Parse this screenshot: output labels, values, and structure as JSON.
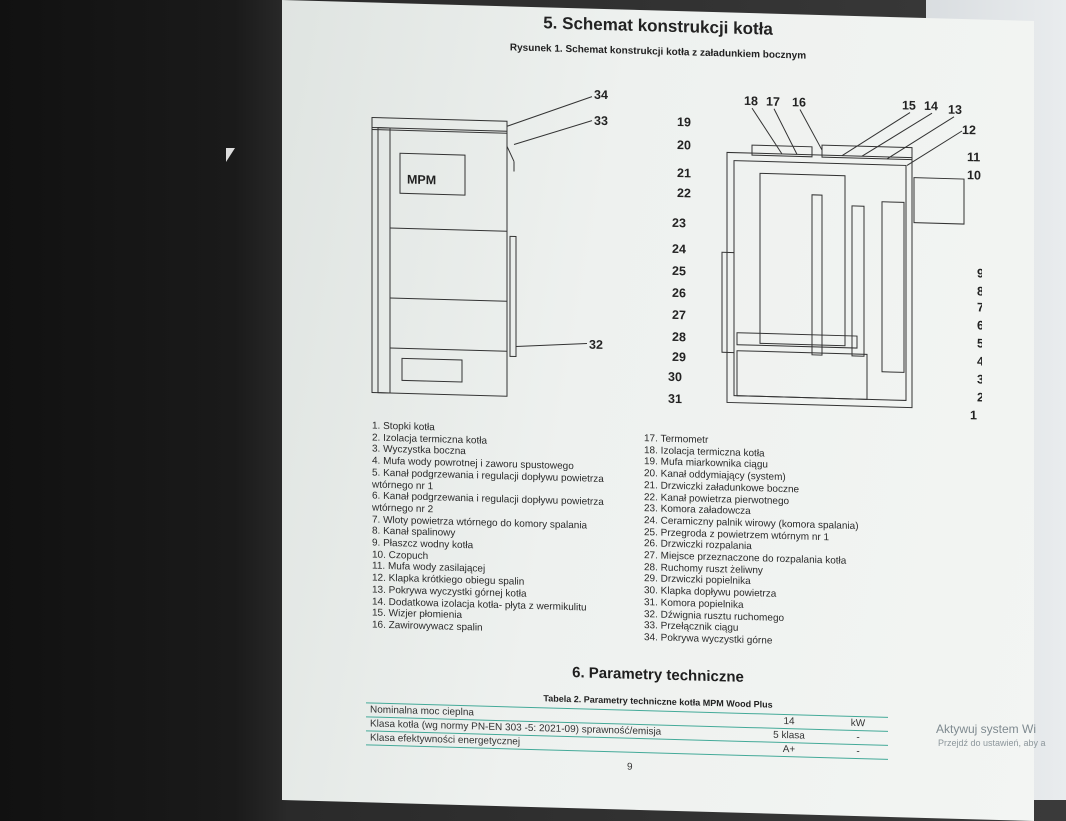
{
  "heading": "5. Schemat konstrukcji kotła",
  "figure_caption": "Rysunek 1. Schemat konstrukcji kotła z załadunkiem bocznym",
  "logo_text": "MPM",
  "callouts_left": [
    "34",
    "33",
    "32"
  ],
  "callouts_right_top": [
    "18",
    "17",
    "16",
    "15",
    "14",
    "13",
    "12"
  ],
  "callouts_right_side": [
    "11",
    "10",
    "9",
    "8",
    "7",
    "6",
    "5",
    "4",
    "3",
    "2",
    "1"
  ],
  "callouts_left_side": [
    "19",
    "20",
    "21",
    "22",
    "23",
    "24",
    "25",
    "26",
    "27",
    "28",
    "29",
    "30",
    "31"
  ],
  "legend_left": [
    "1. Stopki kotła",
    "2. Izolacja termiczna kotła",
    "3. Wyczystka boczna",
    "4. Mufa wody powrotnej i zaworu spustowego",
    "5. Kanał podgrzewania i regulacji dopływu powietrza",
    "wtórnego nr 1",
    "6. Kanał podgrzewania i regulacji dopływu powietrza",
    "wtórnego nr 2",
    "7. Wloty powietrza wtórnego do komory spalania",
    "8. Kanał spalinowy",
    "9. Płaszcz wodny kotła",
    "10. Czopuch",
    "11. Mufa wody zasilającej",
    "12. Klapka krótkiego obiegu spalin",
    "13. Pokrywa wyczystki górnej kotła",
    "14. Dodatkowa izolacja kotła- płyta z wermikulitu",
    "15. Wizjer płomienia",
    "16. Zawirowywacz spalin"
  ],
  "legend_right": [
    "17. Termometr",
    "18. Izolacja termiczna kotła",
    "19. Mufa miarkownika ciągu",
    "20. Kanał oddymiający (system)",
    "21. Drzwiczki załadunkowe boczne",
    "22. Kanał powietrza pierwotnego",
    "23. Komora załadowcza",
    "24. Ceramiczny palnik wirowy (komora spalania)",
    "25. Przegroda z powietrzem wtórnym nr 1",
    "26. Drzwiczki rozpalania",
    "27. Miejsce przeznaczone do rozpalania kotła",
    "28. Ruchomy ruszt żeliwny",
    "29. Drzwiczki popielnika",
    "30. Klapka dopływu powietrza",
    "31. Komora popielnika",
    "32. Dźwignia rusztu ruchomego",
    "33. Przełącznik ciągu",
    "34. Pokrywa wyczystki górne"
  ],
  "section6_title": "6. Parametry techniczne",
  "table_caption": "Tabela 2. Parametry techniczne kotła MPM Wood Plus",
  "table_rows": [
    {
      "label": "Nominalna moc cieplna",
      "value": "14",
      "unit": "kW"
    },
    {
      "label": "Klasa kotła (wg normy PN-EN 303 -5: 2021-09) sprawność/emisja",
      "value": "5 klasa",
      "unit": "-"
    },
    {
      "label": "Klasa efektywności energetycznej",
      "value": "A+",
      "unit": "-"
    }
  ],
  "page_number": "9",
  "watermark_line1": "Aktywuj system Wi",
  "watermark_line2": "Przejdź do ustawień, aby a"
}
